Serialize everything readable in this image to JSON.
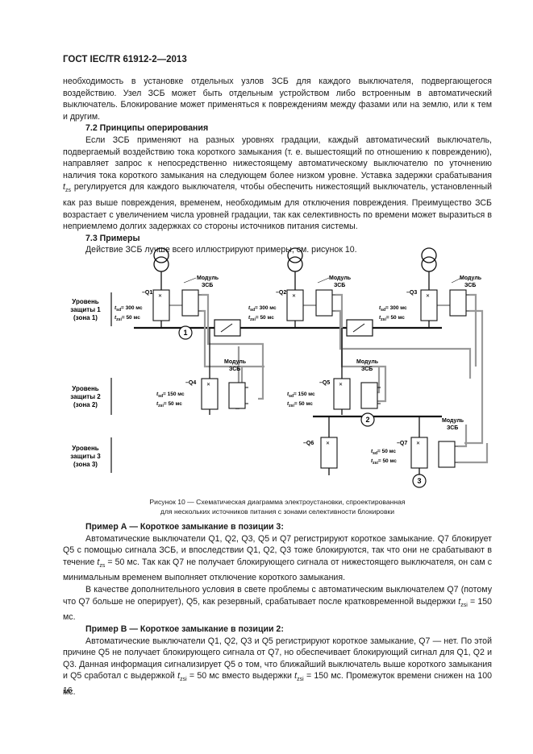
{
  "header": {
    "doc_id": "ГОСТ IEC/TR 61912-2—2013"
  },
  "intro": {
    "p1": "необходимость в установке отдельных узлов ЗСБ для каждого выключателя, подвергающегося воздействию. Узел ЗСБ может быть отдельным устройством либо встроенным в автоматический выключатель. Блокирование может применяться к повреждениям между фазами или на землю, или к тем и другим."
  },
  "section_7_2": {
    "heading": "7.2  Принципы оперирования",
    "p1_a": "Если ЗСБ применяют на разных уровнях градации, каждый автоматический выключатель, подвергаемый воздействию тока короткого замыкания (т. е. вышестоящий по отношению к повреждению), направляет запрос к непосредственно нижестоящему автоматическому выключателю по уточнению наличия тока короткого замыкания на следующем более низком уровне. Уставка задержки срабатывания ",
    "p1_t": "t",
    "p1_sub": "zs",
    "p1_b": " регулируется для каждого выключателя, чтобы обеспечить нижестоящий выключатель, установленный как раз выше повреждения, временем, необходимым для отключения повреждения. Преимущество ЗСБ возрастает с увеличением числа уровней градации, так как селективность по времени может выразиться в неприемлемо долгих задержках со стороны источников питания системы."
  },
  "section_7_3": {
    "heading": "7.3  Примеры",
    "p1": "Действие ЗСБ лучше всего иллюстрируют примеры, см. рисунок 10."
  },
  "figure": {
    "module_line1": "Модуль",
    "module_line2": "ЗСБ",
    "level1": [
      "Уровень",
      "защиты 1",
      "(зона 1)"
    ],
    "level2": [
      "Уровень",
      "защиты 2",
      "(зона 2)"
    ],
    "level3": [
      "Уровень",
      "защиты 3",
      "(зона 3)"
    ],
    "q1": "–Q1",
    "q2": "–Q2",
    "q3": "–Q3",
    "q4": "–Q4",
    "q5": "–Q5",
    "q6": "–Q6",
    "q7": "–Q7",
    "t_sd_300": "= 300 мс",
    "t_sd_150": "= 150 мс",
    "t_sd_50": "= 50 мс",
    "t_zsi_50": "= 50 мс",
    "fault_1": "1",
    "fault_2": "2",
    "fault_3": "3"
  },
  "caption": {
    "line1": "Рисунок 10 — Схематическая диаграмма электроустановки, спроектированная",
    "line2": "для нескольких источников питания с зонами селективности блокировки"
  },
  "example_a": {
    "heading": "Пример А — Короткое замыкание в позиции 3:",
    "p1_a": "Автоматические выключатели Q1, Q2, Q3, Q5 и Q7 регистрируют короткое замыкание. Q7 блокирует Q5 с помощью сигнала ЗСБ, и впоследствии Q1, Q2, Q3 тоже блокируются, так что они не срабатывают в течение ",
    "p1_t": "t",
    "p1_sub": "zs",
    "p1_b": " = 50 мс. Так как Q7 не получает блокирующего сигнала от нижестоящего выключателя, он сам с минимальным временем выполняет отключение короткого замыкания.",
    "p2_a": "В качестве дополнительного условия в свете проблемы с автоматическим выключателем Q7 (потому что Q7 больше не оперирует), Q5, как резервный, срабатывает после кратковременной выдержки ",
    "p2_t": "t",
    "p2_sub": "zsi",
    "p2_b": " = 150 мс."
  },
  "example_b": {
    "heading": "Пример В — Короткое замыкание в позиции 2:",
    "p1_a": "Автоматические выключатели Q1, Q2, Q3 и Q5 регистрируют короткое замыкание, Q7 — нет. По этой причине Q5 не получает блокирующего сигнала от Q7, но обеспечивает блокирующий сигнал для Q1, Q2 и Q3. Данная информация сигнализирует Q5 о том, что ближайший выключатель выше короткого замыкания и Q5 сработал с выдержкой ",
    "p1_t1": "t",
    "p1_sub1": "zsi",
    "p1_m": " = 50 мс вместо выдержки ",
    "p1_t2": "t",
    "p1_sub2": "zsi",
    "p1_b": " = 150 мс. Промежуток времени снижен на 100 мс."
  },
  "page_number": "16"
}
